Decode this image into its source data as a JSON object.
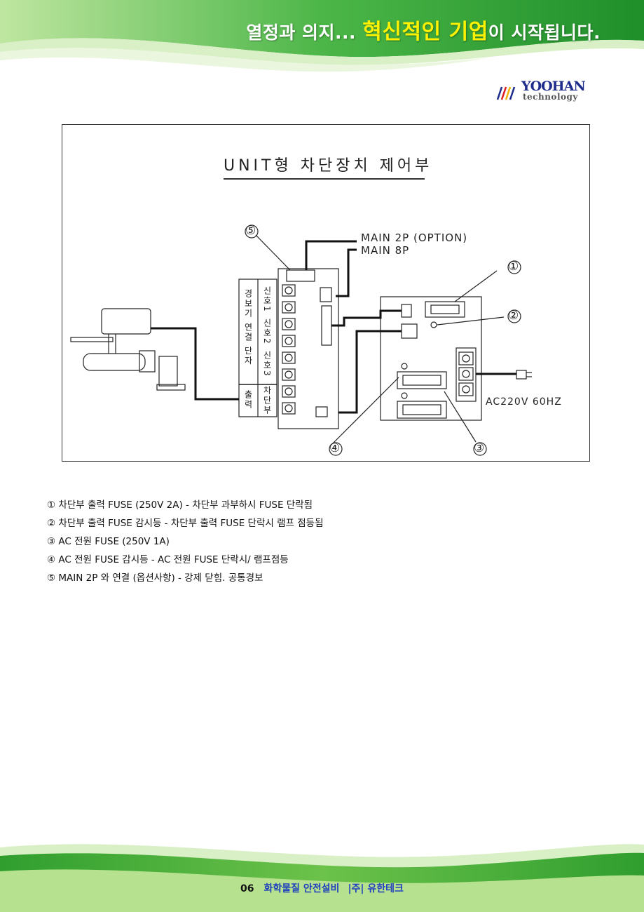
{
  "header": {
    "slogan_pre": "열정과 의지...",
    "slogan_highlight": "혁신적인 기업",
    "slogan_post": "이 시작됩니다."
  },
  "logo": {
    "brand": "YOOHAN",
    "sub": "technology"
  },
  "figure": {
    "title": "UNIT형 차단장치 제어부",
    "main2p": "MAIN 2P (OPTION)",
    "main8p": "MAIN 8P",
    "ac_label": "AC220V   60HZ",
    "markers": [
      "①",
      "②",
      "③",
      "④",
      "⑤"
    ],
    "terminal_group": "경보기 연결 단자",
    "signal1": "신호1",
    "signal2": "신호2",
    "signal3": "신호3",
    "block_output": "출력",
    "block_shutoff": "차단부"
  },
  "notes": [
    "① 차단부 출력 FUSE (250V 2A) - 차단부 과부하시 FUSE 단락됨",
    "② 차단부 출력 FUSE 감시등 - 차단부 출력 FUSE 단락시 램프 점등됨",
    "③ AC 전원 FUSE (250V 1A)",
    "④ AC 전원 FUSE 감시등 - AC 전원 FUSE 단락시/ 램프점등",
    "⑤ MAIN 2P 와 연결 (옵션사항) - 강제 닫힘. 공통경보"
  ],
  "footer": {
    "page": "06",
    "category": "화학물질 안전설비",
    "company": "|주| 유한테크"
  },
  "colors": {
    "green_dark": "#2f9e2f",
    "green_light": "#8fd06a",
    "slogan_highlight": "#fff200",
    "footer_text": "#1f3fbf"
  }
}
